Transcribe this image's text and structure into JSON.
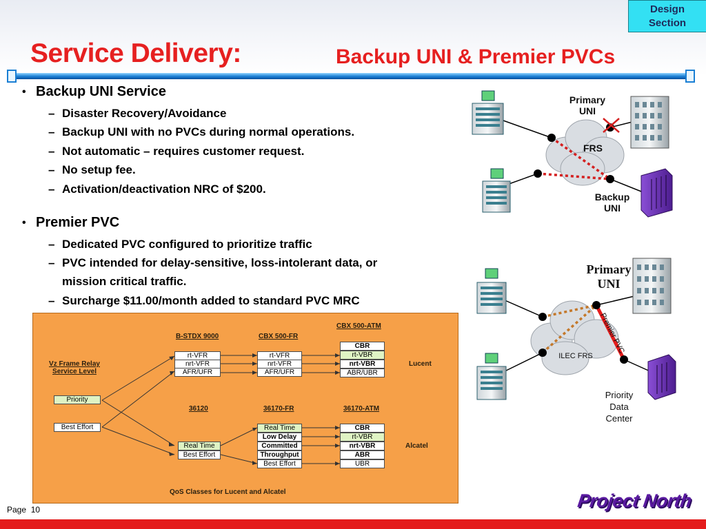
{
  "header": {
    "design_section": [
      "Design",
      "Section"
    ],
    "title": "Service Delivery:",
    "subtitle": "Backup UNI & Premier PVCs"
  },
  "bullets": {
    "backup": {
      "title": "Backup UNI Service",
      "items": [
        "Disaster Recovery/Avoidance",
        "Backup UNI with no PVCs during normal operations.",
        "Not automatic – requires customer request.",
        "No setup fee.",
        "Activation/deactivation NRC of $200."
      ]
    },
    "premier": {
      "title": "Premier PVC",
      "items": [
        "Dedicated PVC configured to prioritize traffic",
        "PVC intended for delay-sensitive, loss-intolerant data, or",
        "mission critical traffic.",
        "Surcharge $11.00/month added to standard PVC MRC"
      ]
    }
  },
  "qos": {
    "service_level": [
      "Vz Frame Relay",
      "Service Level"
    ],
    "priority": "Priority",
    "best_effort": "Best Effort",
    "lucent": "Lucent",
    "alcatel": "Alcatel",
    "bstdx": "B-STDX 9000",
    "cbx_fr": "CBX 500-FR",
    "cbx_atm": "CBX 500-ATM",
    "a36120": "36120",
    "a36170_fr": "36170-FR",
    "a36170_atm": "36170-ATM",
    "bstdx_cells": [
      "rt-VFR",
      "nrt-VFR",
      "AFR/UFR"
    ],
    "cbxfr_cells": [
      "rt-VFR",
      "nrt-VFR",
      "AFR/UFR"
    ],
    "cbxatm_cells": [
      "CBR",
      "rt-VBR",
      "nrt-VBR",
      "ABR/UBR"
    ],
    "a36120_cells": [
      "Real Time",
      "Best Effort"
    ],
    "a36170fr_cells": [
      "Real Time",
      "Low Delay",
      "Committed",
      "Throughput",
      "Best Effort"
    ],
    "a36170atm_cells": [
      "CBR",
      "rt-VBR",
      "nrt-VBR",
      "ABR",
      "UBR"
    ],
    "caption": "QoS Classes  for Lucent and Alcatel"
  },
  "diagram_top": {
    "primary_uni": [
      "Primary",
      "UNI"
    ],
    "frs": "FRS",
    "backup_uni": [
      "Backup",
      "UNI"
    ]
  },
  "diagram_bottom": {
    "primary_uni": [
      "Primary",
      "UNI"
    ],
    "ilec_frs": "ILEC FRS",
    "premier_pvc": "Premier PVC",
    "priority_dc": [
      "Priority",
      "Data",
      "Center"
    ]
  },
  "footer": {
    "page_label": "Page",
    "page_number": "10",
    "logo": "Project North"
  },
  "colors": {
    "title_red": "#e62020",
    "orange_panel": "#f6a048",
    "footer_red": "#e41c1c",
    "design_cyan": "#33e0f3"
  }
}
